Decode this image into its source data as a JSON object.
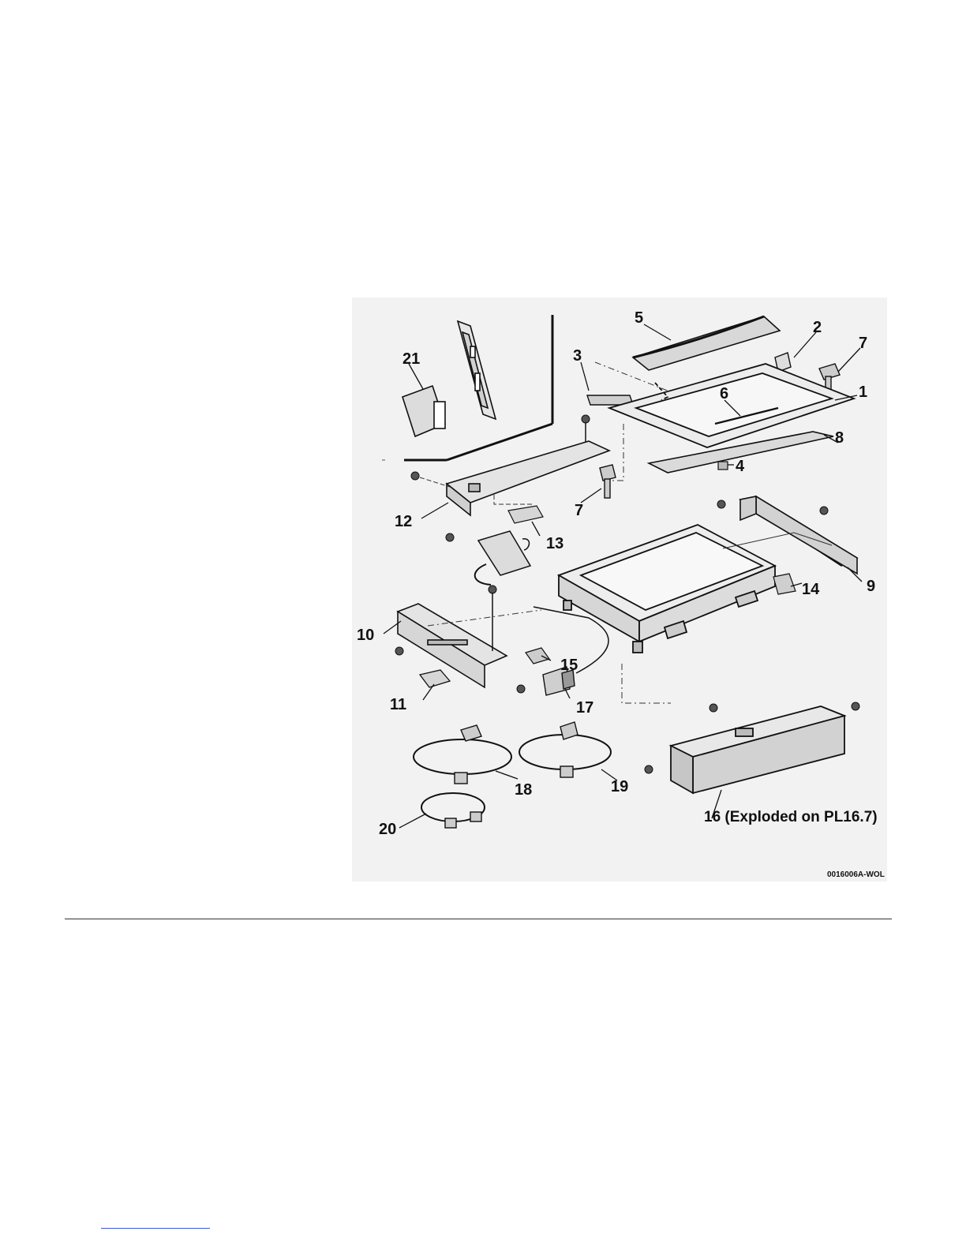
{
  "figure": {
    "callouts": [
      {
        "id": "c1",
        "text": "1"
      },
      {
        "id": "c2",
        "text": "2"
      },
      {
        "id": "c3",
        "text": "3"
      },
      {
        "id": "c4",
        "text": "4"
      },
      {
        "id": "c5",
        "text": "5"
      },
      {
        "id": "c6",
        "text": "6"
      },
      {
        "id": "c7a",
        "text": "7"
      },
      {
        "id": "c7b",
        "text": "7"
      },
      {
        "id": "c8",
        "text": "8"
      },
      {
        "id": "c9",
        "text": "9"
      },
      {
        "id": "c10",
        "text": "10"
      },
      {
        "id": "c11",
        "text": "11"
      },
      {
        "id": "c12",
        "text": "12"
      },
      {
        "id": "c13",
        "text": "13"
      },
      {
        "id": "c14",
        "text": "14"
      },
      {
        "id": "c15",
        "text": "15"
      },
      {
        "id": "c16",
        "text": "16 (Exploded on PL16.7)"
      },
      {
        "id": "c17",
        "text": "17"
      },
      {
        "id": "c18",
        "text": "18"
      },
      {
        "id": "c19",
        "text": "19"
      },
      {
        "id": "c20",
        "text": "20"
      },
      {
        "id": "c21",
        "text": "21"
      }
    ],
    "figure_code": "0016006A-WOL"
  },
  "colors": {
    "panel_bg": "#f2f2f2",
    "line": "#1a1a1a",
    "rule": "#333333",
    "link": "#3a5bd6"
  }
}
